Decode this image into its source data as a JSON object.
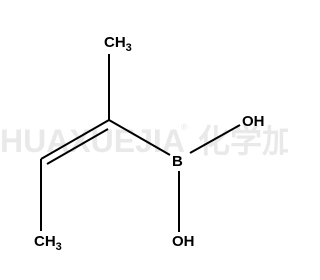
{
  "molecule": {
    "atoms": {
      "top_methyl": {
        "element": "CH",
        "subscript": "3"
      },
      "bottom_methyl": {
        "element": "CH",
        "subscript": "3"
      },
      "boron": {
        "element": "B"
      },
      "upper_hydroxyl": {
        "element": "OH"
      },
      "lower_hydroxyl": {
        "element": "OH"
      }
    },
    "bonds": [
      {
        "from": "top_methyl",
        "to": "alkene_carbon_1",
        "order": 1
      },
      {
        "from": "alkene_carbon_1",
        "to": "alkene_carbon_2",
        "order": 2
      },
      {
        "from": "alkene_carbon_2",
        "to": "bottom_methyl",
        "order": 1
      },
      {
        "from": "alkene_carbon_1",
        "to": "boron",
        "order": 1
      },
      {
        "from": "boron",
        "to": "upper_hydroxyl",
        "order": 1
      },
      {
        "from": "boron",
        "to": "lower_hydroxyl",
        "order": 1
      }
    ]
  },
  "watermark": {
    "latin": "HUAXUEJIA",
    "registered": "®",
    "chinese": "化学加",
    "color": "#e9e9e9"
  }
}
